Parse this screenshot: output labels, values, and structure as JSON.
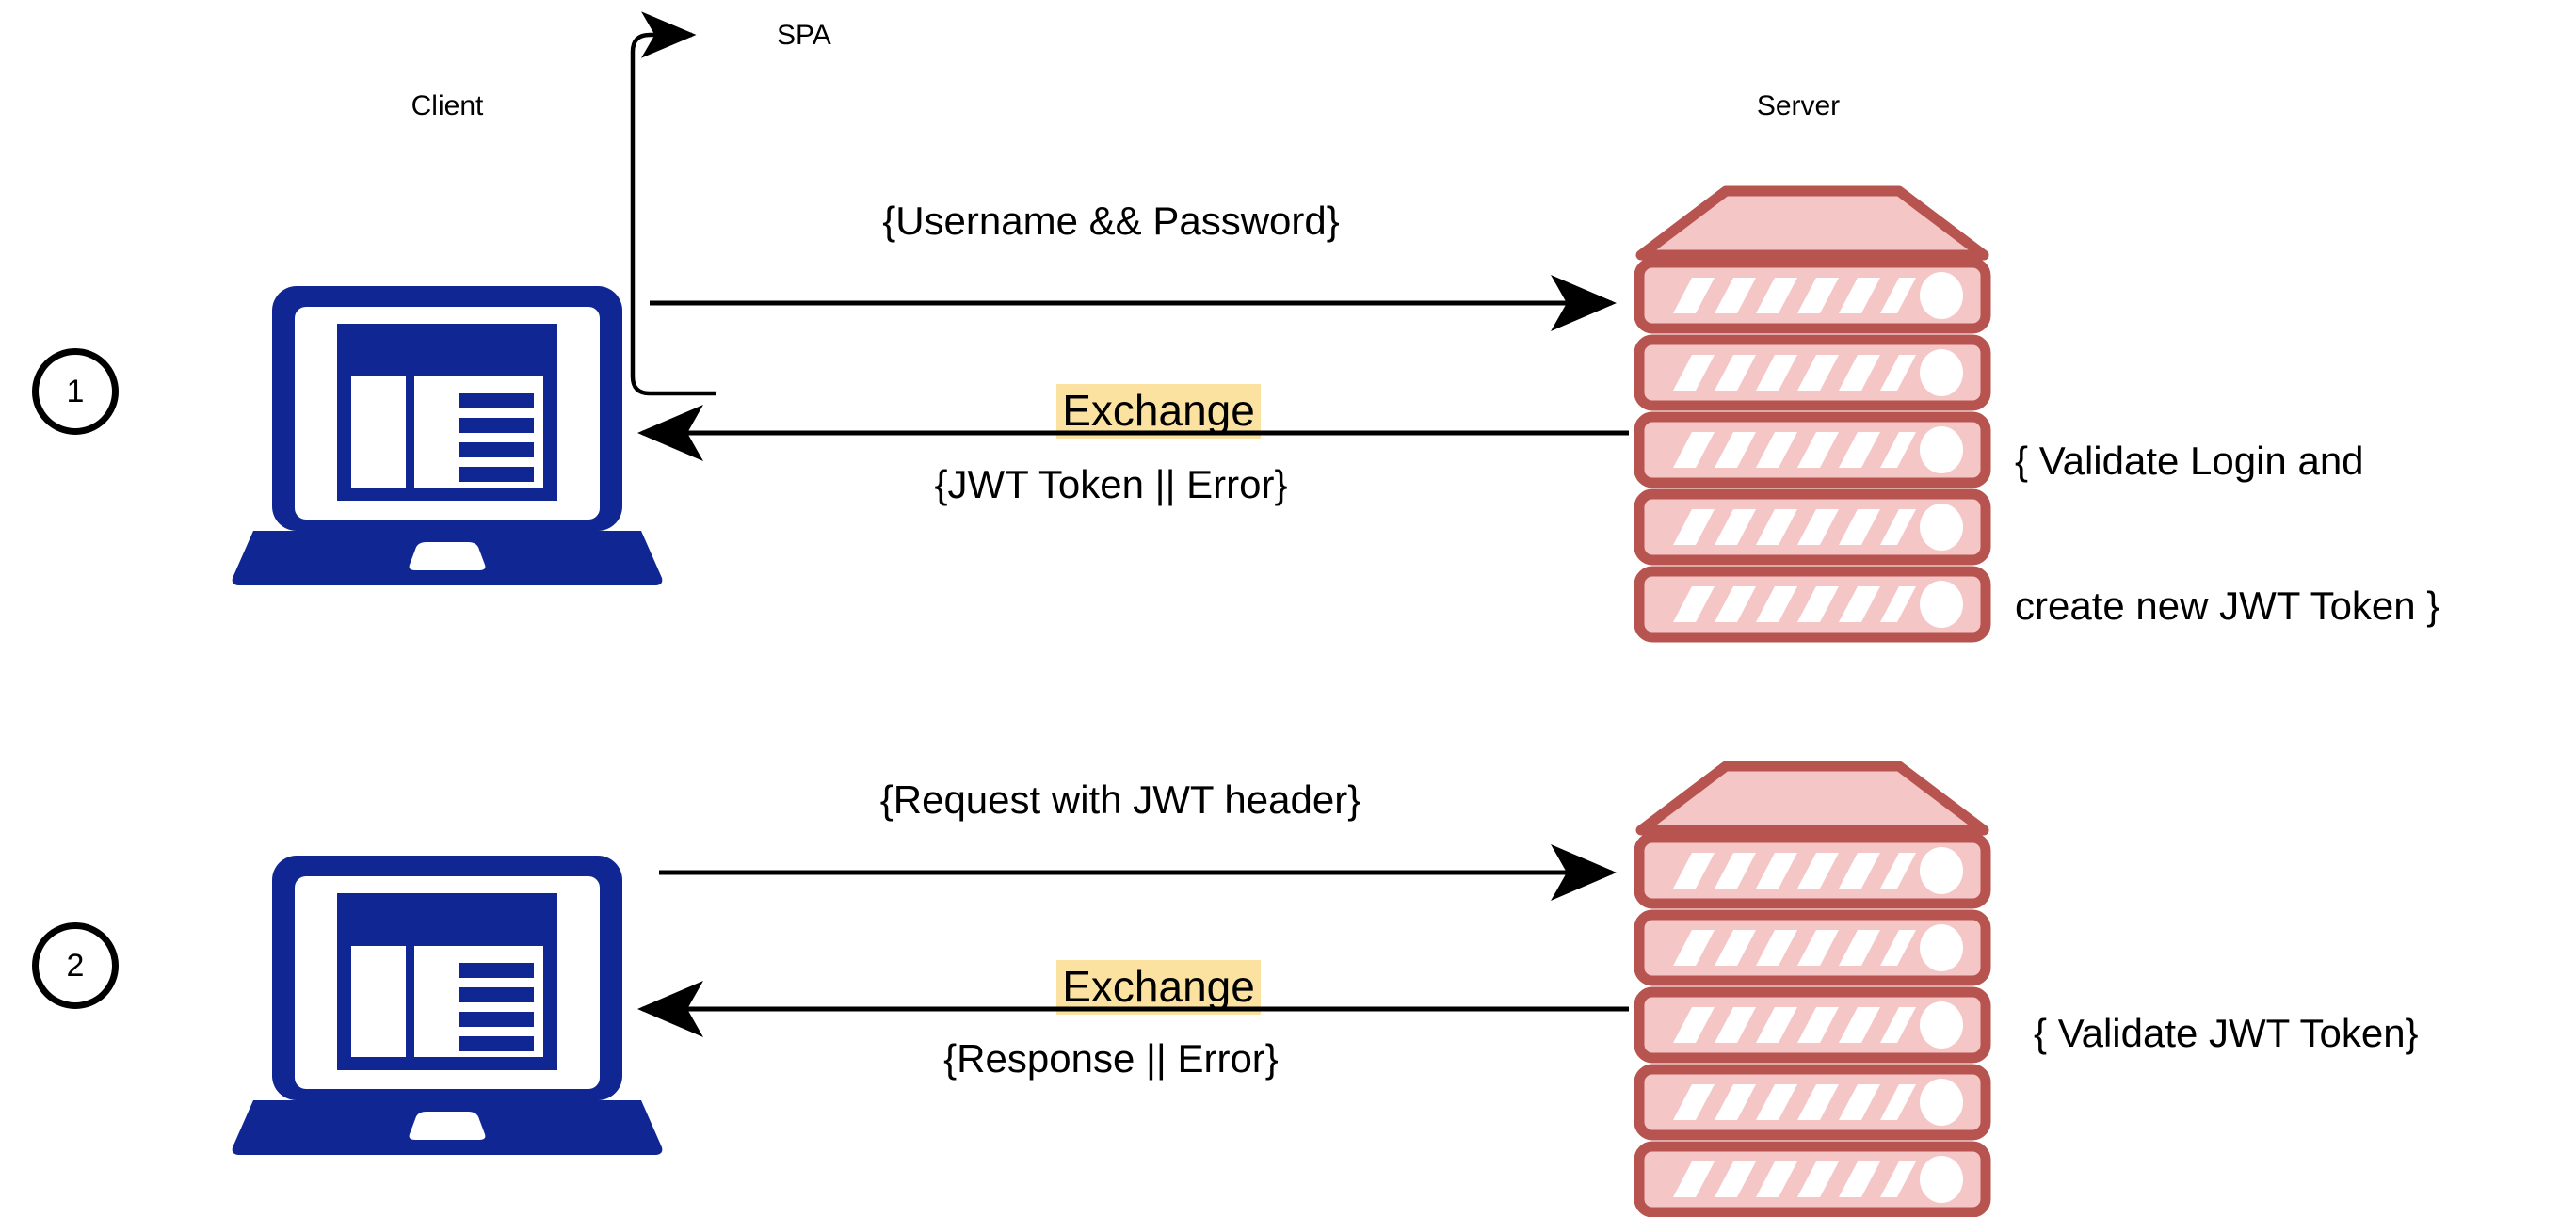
{
  "diagram": {
    "title_spa": "SPA",
    "colors": {
      "client_blue": "#102693",
      "server_fill": "#F5C6C6",
      "server_stroke": "#B85450",
      "highlight_yellow": "#FBE2A0",
      "line_black": "#000000",
      "background": "#FFFFFF"
    },
    "actors": {
      "client_label": "Client",
      "server_label": "Server"
    },
    "steps": [
      {
        "number": "1",
        "request_label": "{Username && Password}",
        "exchange_label": "Exchange",
        "response_label": "{JWT Token || Error}",
        "server_note_lines": [
          "{ Validate Login and",
          "create new JWT Token }"
        ]
      },
      {
        "number": "2",
        "request_label": "{Request with JWT header}",
        "exchange_label": "Exchange",
        "response_label": "{Response || Error}",
        "server_note_lines": [
          "{ Validate JWT Token}"
        ]
      }
    ],
    "icons": {
      "client": "laptop-icon",
      "server": "server-rack-icon",
      "spa_arrow": "curved-arrow-icon",
      "request_arrow": "arrow-right-icon",
      "response_arrow": "arrow-left-icon"
    }
  }
}
